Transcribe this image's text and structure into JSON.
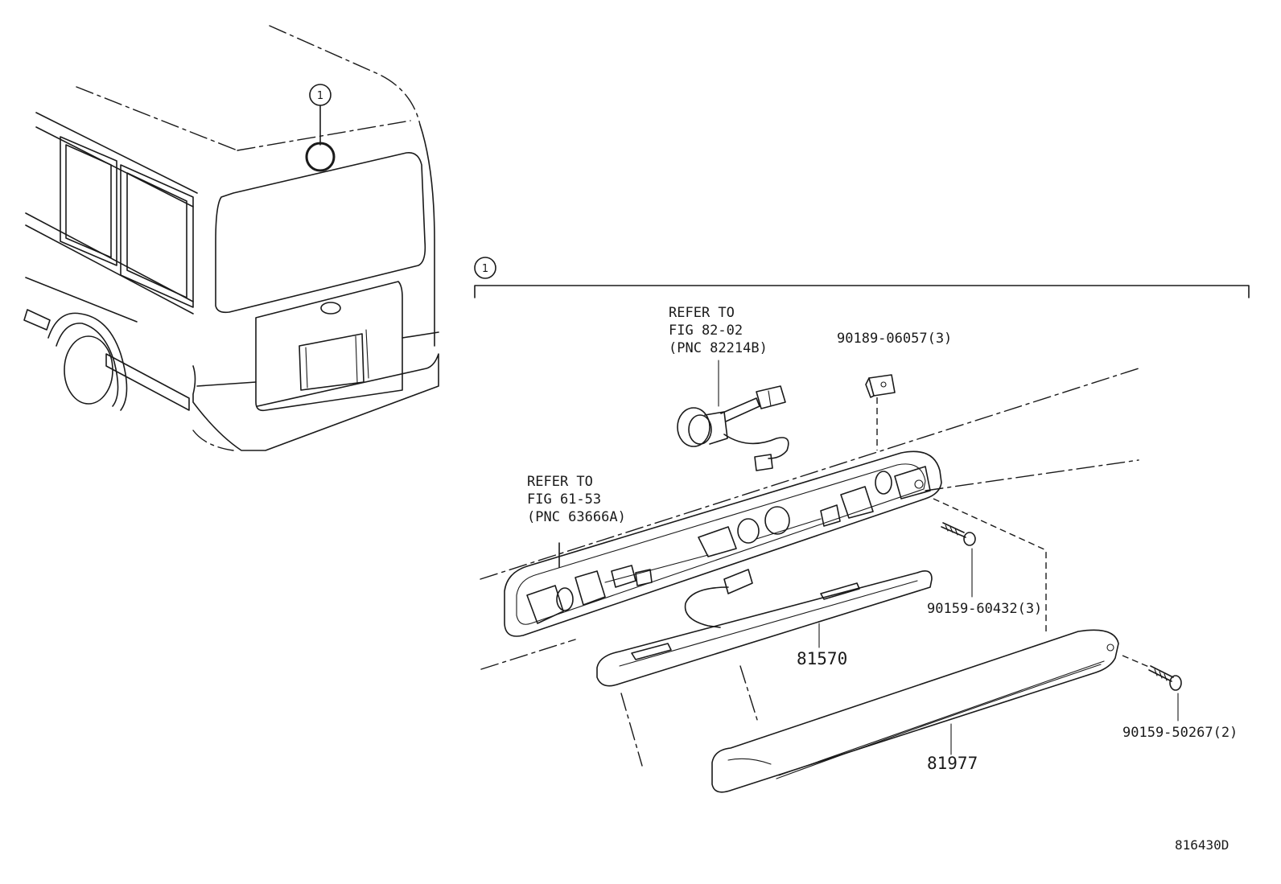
{
  "callout": {
    "number": "1"
  },
  "refer_82": {
    "line1": "REFER TO",
    "line2": "FIG 82-02",
    "line3": "(PNC 82214B)"
  },
  "refer_61": {
    "line1": "REFER TO",
    "line2": "FIG 61-53",
    "line3": "(PNC 63666A)"
  },
  "parts": {
    "clip": "90189-06057(3)",
    "screw_short": "90159-60432(3)",
    "screw_cover": "90159-50267(2)",
    "lamp_lens": "81570",
    "lamp_cover": "81977"
  },
  "diagram_code": "816430D"
}
